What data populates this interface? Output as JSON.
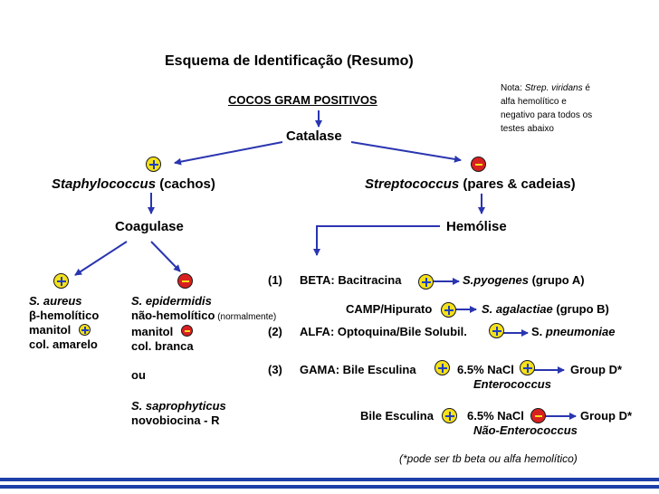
{
  "title": "Esquema de Identificação (Resumo)",
  "subtitle": "COCOS GRAM POSITIVOS",
  "note": {
    "prefix": "Nota: ",
    "species": "Strep. viridans",
    "l1_suffix": " é",
    "l2": "alfa hemolítico e",
    "l3": "negativo para todos os",
    "l4": "testes abaixo"
  },
  "catalase": "Catalase",
  "staph": {
    "genus": "Staphylococcus",
    "desc": " (cachos)"
  },
  "strep": {
    "genus": "Streptococcus",
    "desc": " (pares & cadeias)"
  },
  "coagulase": "Coagulase",
  "hemolise": "Hemólise",
  "aureus": {
    "name": "S. aureus",
    "l2": "β-hemolítico",
    "l3": "manitol",
    "l4": "col. amarelo"
  },
  "epidermidis": {
    "name": "S. epidermidis",
    "l2": "não-hemolítico",
    "l2_note": " (normalmente)",
    "l3": "manitol",
    "l4": "col. branca",
    "ou": "ou",
    "sapro": "S. saprophyticus",
    "novo": "novobiocina - R"
  },
  "beta": {
    "num": "(1)",
    "label": "BETA:  Bacitracina",
    "species": "S.pyogenes",
    "group": " (grupo A)",
    "camp": "CAMP/Hipurato",
    "species2": "S. agalactiae",
    "group2": " (grupo B)"
  },
  "alfa": {
    "num": "(2)",
    "label": "ALFA:  Optoquina/Bile Solubil.",
    "prefix": "S. ",
    "species": "pneumoniae"
  },
  "gama": {
    "num": "(3)",
    "label": "GAMA:  Bile Esculina",
    "nacl": "6.5% NaCl",
    "groupd": "Group D*",
    "entero": "Enterococcus",
    "label2": "Bile Esculina",
    "nacl2": "6.5% NaCl",
    "groupd2": "Group D*",
    "nonentero": "Não-Enterococcus"
  },
  "footnote": "(*pode ser tb beta ou alfa hemolítico)",
  "colors": {
    "arrow": "#2a35b0",
    "plus_bg": "#f5e11a",
    "plus_sign": "#1f3fbf",
    "minus_bg": "#d92020",
    "stripe": "#1e3ea8"
  }
}
